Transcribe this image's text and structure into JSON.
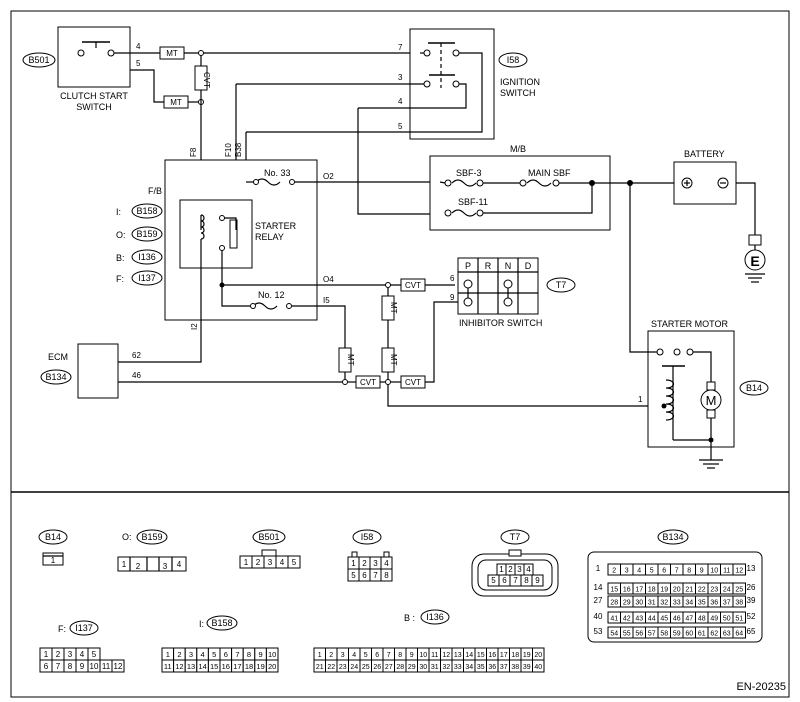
{
  "diagram_code": "EN-20235",
  "connector_ids": {
    "b501": "B501",
    "i58": "I58",
    "b14": "B14",
    "t7": "T7",
    "b134": "B134",
    "b158": "B158",
    "b159": "B159",
    "i136": "I136",
    "i137": "I137"
  },
  "components": {
    "clutch_switch": [
      "CLUTCH START",
      "SWITCH"
    ],
    "ignition_switch": [
      "IGNITION",
      "SWITCH"
    ],
    "starter_relay": [
      "STARTER",
      "RELAY"
    ],
    "fb": "F/B",
    "fb_prefixes": [
      "I:",
      "O:",
      "B:",
      "F:"
    ],
    "mb": "M/B",
    "battery": "BATTERY",
    "sbf3": "SBF-3",
    "main_sbf": "MAIN SBF",
    "sbf11": "SBF-11",
    "inhibitor_switch": "INHIBITOR SWITCH",
    "inhibitor_positions": [
      "P",
      "R",
      "N",
      "D"
    ],
    "ecm": "ECM",
    "starter_motor": "STARTER MOTOR",
    "motor_symbol": "M",
    "ground_symbol": "E",
    "fuse33": "No. 33",
    "fuse12": "No. 12"
  },
  "wire_labels": {
    "mt": "MT",
    "cvt": "CVT",
    "f8": "F8",
    "f10": "F10",
    "b38": "B38",
    "o2": "O2",
    "o4": "O4",
    "i5": "I5",
    "i2": "I2"
  },
  "pins": {
    "clutch_4": "4",
    "clutch_5": "5",
    "ign_7": "7",
    "ign_3": "3",
    "ign_4": "4",
    "ign_5": "5",
    "inh_6": "6",
    "inh_9": "9",
    "ecm_62": "62",
    "ecm_46": "46",
    "motor_1": "1"
  },
  "connector_legends": {
    "b14_prefix": "",
    "b159_prefix": "O:",
    "i137_prefix": "F:",
    "b158_prefix": "I:",
    "i136_prefix": "B :",
    "b14_pins": [
      "1"
    ],
    "b159_pins": [
      "1",
      "2",
      "3",
      "4"
    ],
    "b501_pins": [
      "1",
      "2",
      "3",
      "4",
      "5"
    ],
    "i58_pins": [
      "1",
      "2",
      "3",
      "4",
      "5",
      "6",
      "7",
      "8"
    ],
    "t7_pins": [
      "1",
      "2",
      "3",
      "4",
      "5",
      "6",
      "7",
      "8",
      "9"
    ],
    "b134_pins": [
      "1",
      "2",
      "3",
      "4",
      "5",
      "6",
      "7",
      "8",
      "9",
      "10",
      "11",
      "12",
      "13",
      "14",
      "15",
      "16",
      "17",
      "18",
      "19",
      "20",
      "21",
      "22",
      "23",
      "24",
      "25",
      "26",
      "27",
      "28",
      "29",
      "30",
      "31",
      "32",
      "33",
      "34",
      "35",
      "36",
      "37",
      "38",
      "39",
      "40",
      "41",
      "42",
      "43",
      "44",
      "45",
      "46",
      "47",
      "48",
      "49",
      "50",
      "51",
      "52",
      "53",
      "54",
      "55",
      "56",
      "57",
      "58",
      "59",
      "60",
      "61",
      "62",
      "63",
      "64",
      "65"
    ],
    "i137_pins": [
      "1",
      "2",
      "3",
      "4",
      "5",
      "6",
      "7",
      "8",
      "9",
      "10",
      "11",
      "12"
    ],
    "b158_pins": [
      "1",
      "2",
      "3",
      "4",
      "5",
      "6",
      "7",
      "8",
      "9",
      "10",
      "11",
      "12",
      "13",
      "14",
      "15",
      "16",
      "17",
      "18",
      "19",
      "20"
    ],
    "i136_pins": [
      "1",
      "2",
      "3",
      "4",
      "5",
      "6",
      "7",
      "8",
      "9",
      "10",
      "11",
      "12",
      "13",
      "14",
      "15",
      "16",
      "17",
      "18",
      "19",
      "20",
      "21",
      "22",
      "23",
      "24",
      "25",
      "26",
      "27",
      "28",
      "29",
      "30",
      "31",
      "32",
      "33",
      "34",
      "35",
      "36",
      "37",
      "38",
      "39",
      "40"
    ]
  }
}
